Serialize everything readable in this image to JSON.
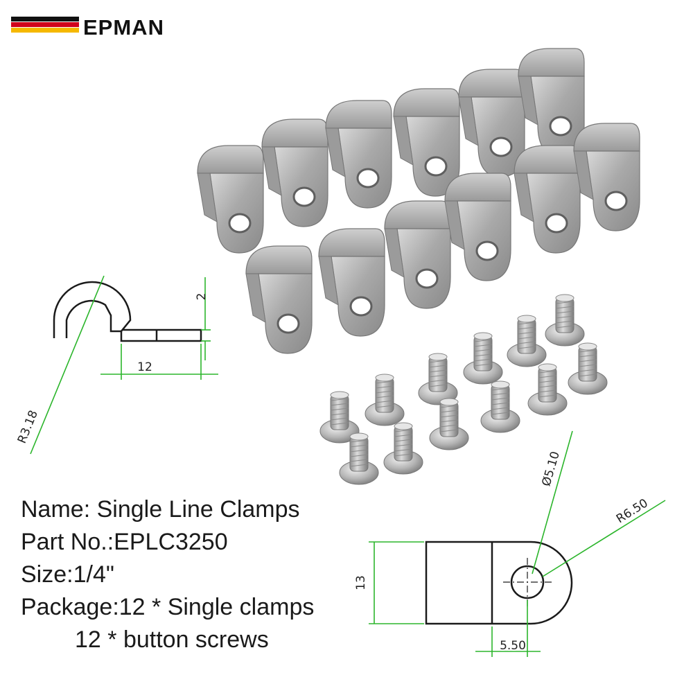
{
  "brand": {
    "name": "EPMAN",
    "stripe_colors": [
      "#111111",
      "#d0021b",
      "#f5b800"
    ]
  },
  "spec": {
    "name_line": "Name: Single Line Clamps",
    "part_line": "Part No.:EPLC3250",
    "size_line": "Size:1/4\"",
    "package_line": "Package:12 * Single clamps",
    "package_line2": "12 * button screws"
  },
  "profile_drawing": {
    "thickness_label": "2",
    "tab_length_label": "12",
    "radius_label": "R3.18"
  },
  "top_drawing": {
    "width_label": "13",
    "hole_label": "Ø5.10",
    "radius_label": "R6.50",
    "offset_label": "5.50"
  },
  "product": {
    "clamp_count": 12,
    "screw_count": 12
  }
}
